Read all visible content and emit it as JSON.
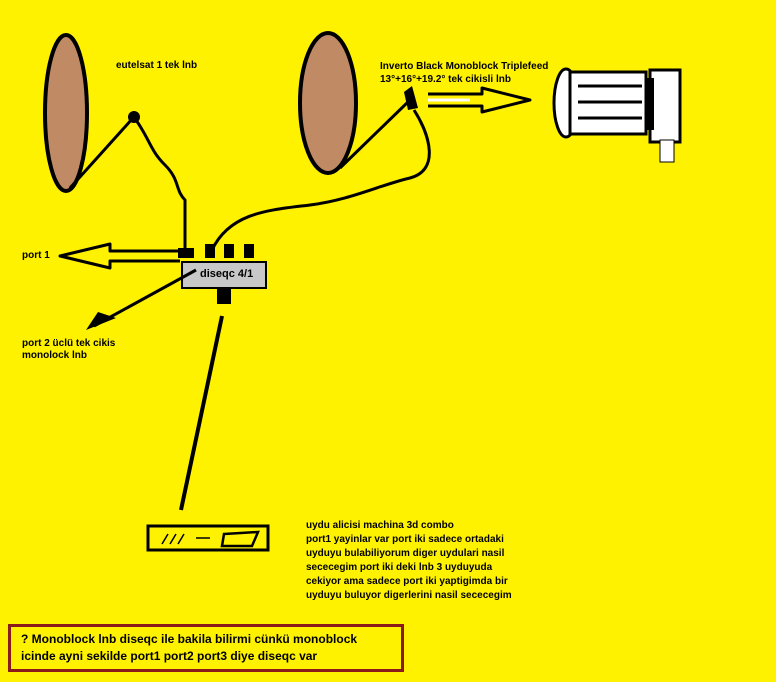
{
  "labels": {
    "eutelsat": "eutelsat 1 tek lnb",
    "inverto_line1": "Inverto Black Monoblock Triplefeed",
    "inverto_line2": "13°+16°+19.2°    tek cikisli lnb",
    "port1": "port 1",
    "port2_line1": "port 2  üclü tek cikis",
    "port2_line2": "monolock lnb",
    "diseqc": "diseqc 4/1"
  },
  "receiver_note": [
    "uydu alicisi    machina 3d combo",
    "port1 yayinlar var port iki sadece ortadaki",
    "uyduyu bulabiliyorum diger uydulari nasil",
    "sececegim port iki deki lnb 3 uyduyuda",
    "cekiyor ama sadece port iki yaptigimda bir",
    "uyduyu buluyor digerlerini nasil sececegim"
  ],
  "question": [
    " ? Monoblock  lnb  diseqc ile bakila bilirmi  cünkü monoblock",
    "icinde ayni sekilde port1 port2 port3 diye  diseqc  var"
  ],
  "colors": {
    "background": "#fff200",
    "dish": "#c08a64",
    "box_border": "#8b1a1a",
    "diseqc_fill": "#c8c8c8"
  }
}
